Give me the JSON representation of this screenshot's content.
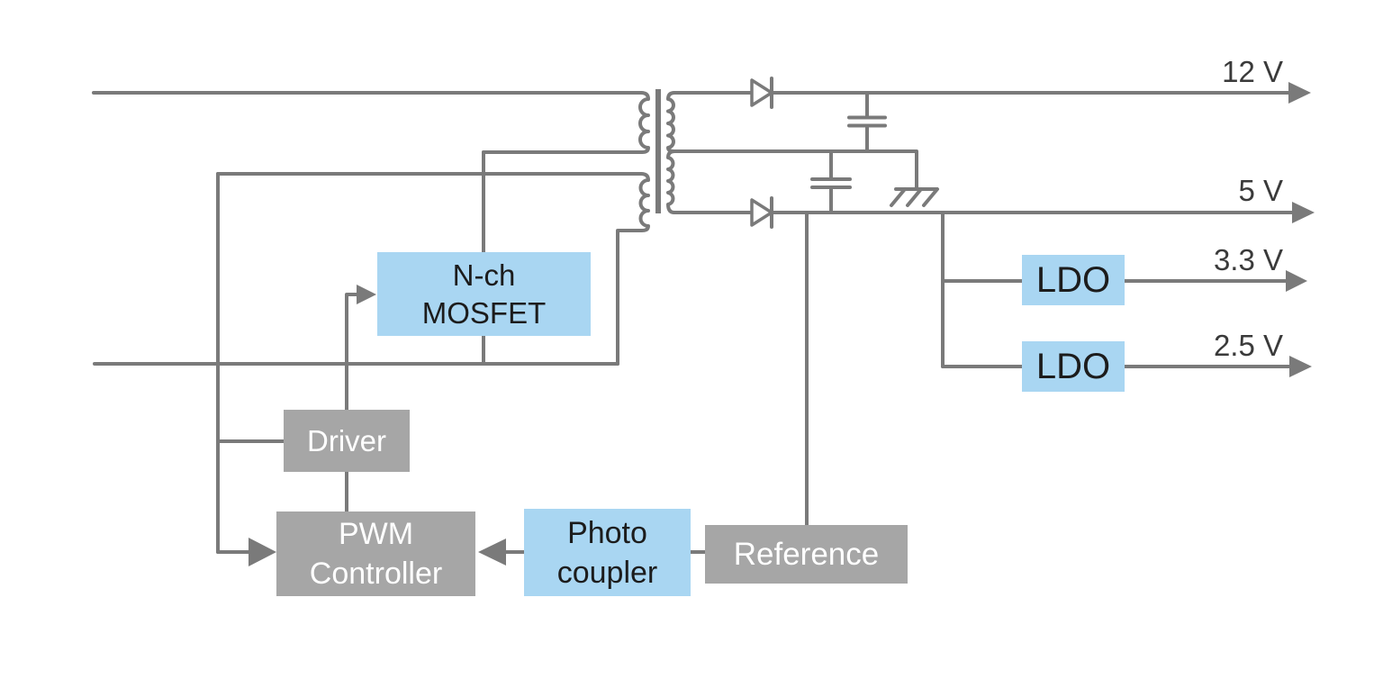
{
  "colors": {
    "wire": "#7a7a7a",
    "block_gray": "#a6a6a6",
    "block_blue": "#a9d6f2",
    "label_text": "#3a3a3a",
    "block_text_dark": "#1c1c1c",
    "block_text_light": "#ffffff"
  },
  "blocks": {
    "mosfet": {
      "line1": "N-ch",
      "line2": "MOSFET"
    },
    "driver": {
      "label": "Driver"
    },
    "pwm_controller": {
      "line1": "PWM",
      "line2": "Controller"
    },
    "photo_coupler": {
      "line1": "Photo",
      "line2": "coupler"
    },
    "reference": {
      "label": "Reference"
    },
    "ldo_top": {
      "label": "LDO"
    },
    "ldo_bottom": {
      "label": "LDO"
    }
  },
  "outputs": {
    "v12": "12 V",
    "v5": "5 V",
    "v3_3": "3.3 V",
    "v2_5": "2.5 V"
  }
}
